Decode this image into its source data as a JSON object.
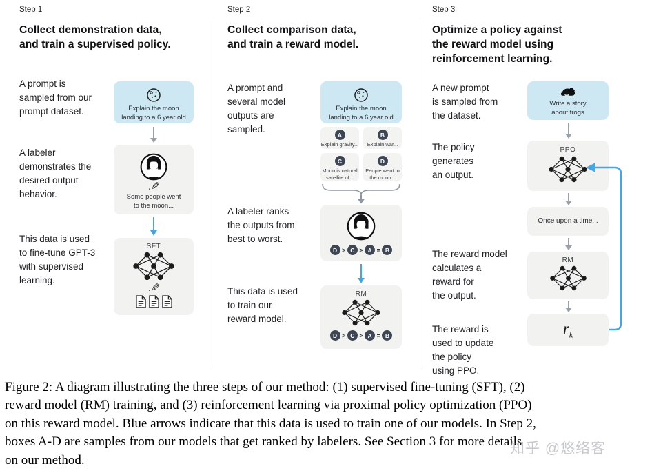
{
  "steps": [
    {
      "label": "Step 1",
      "title_lines": [
        "Collect demonstration data,",
        "and train a supervised policy."
      ],
      "paragraphs": {
        "p1": [
          "A prompt is",
          "sampled from our",
          "prompt dataset."
        ],
        "p2": [
          "A labeler",
          "demonstrates the",
          "desired output",
          "behavior."
        ],
        "p3": [
          "This data is used",
          "to fine-tune GPT-3",
          "with supervised",
          "learning."
        ]
      },
      "prompt_box_lines": [
        "Explain the moon",
        "landing to a 6 year old"
      ],
      "labeler_box_lines": [
        "Some people went",
        "to the moon..."
      ],
      "model_label": "SFT"
    },
    {
      "label": "Step 2",
      "title_lines": [
        "Collect comparison data,",
        "and train a reward model."
      ],
      "paragraphs": {
        "p1": [
          "A prompt and",
          "several model",
          "outputs are",
          "sampled."
        ],
        "p2": [
          "A labeler ranks",
          "the outputs from",
          "best to worst."
        ],
        "p3": [
          "This data is used",
          "to train our",
          "reward model."
        ]
      },
      "prompt_box_lines": [
        "Explain the moon",
        "landing to a 6 year old"
      ],
      "outputs": [
        {
          "badge": "A",
          "line1": "Explain gravity...",
          "line2": ""
        },
        {
          "badge": "B",
          "line1": "Explain war...",
          "line2": ""
        },
        {
          "badge": "C",
          "line1": "Moon is natural",
          "line2": "satellite of..."
        },
        {
          "badge": "D",
          "line1": "People went to",
          "line2": "the moon..."
        }
      ],
      "ranking": {
        "r0": "D",
        "s0": ">",
        "r1": "C",
        "s1": ">",
        "r2": "A",
        "s2": "=",
        "r3": "B"
      },
      "model_label": "RM"
    },
    {
      "label": "Step 3",
      "title_lines": [
        "Optimize a policy against",
        "the reward model using",
        "reinforcement learning."
      ],
      "paragraphs": {
        "p1": [
          "A new prompt",
          "is sampled from",
          "the dataset."
        ],
        "p2": [
          "The policy",
          "generates",
          "an output."
        ],
        "p3": [
          "The reward model",
          "calculates a",
          "reward for",
          "the output."
        ],
        "p4": [
          "The reward is",
          "used to update",
          "the policy",
          "using PPO."
        ]
      },
      "prompt_box_lines": [
        "Write a story",
        "about frogs"
      ],
      "ppo_label": "PPO",
      "output_box_text": "Once upon a time...",
      "rm_label": "RM",
      "reward": {
        "base": "r",
        "sub": "k"
      }
    }
  ],
  "icons": {
    "pencil": "✎."
  },
  "caption_lines": [
    "Figure 2: A diagram illustrating the three steps of our method: (1) supervised fine-tuning (SFT), (2)",
    "reward model (RM) training, and (3) reinforcement learning via proximal policy optimization (PPO)",
    "on this reward model. Blue arrows indicate that this data is used to train one of our models. In Step 2,",
    "boxes A-D are samples from our models that get ranked by labelers. See Section 3 for more details",
    "on our method."
  ],
  "watermark": "知乎 @悠络客",
  "colors": {
    "prompt_box": "#cde8f3",
    "panel_box": "#f2f2f1",
    "badge": "#3e4654",
    "blue_arrow": "#47a5e0",
    "gray_arrow": "#9ba1a9"
  }
}
